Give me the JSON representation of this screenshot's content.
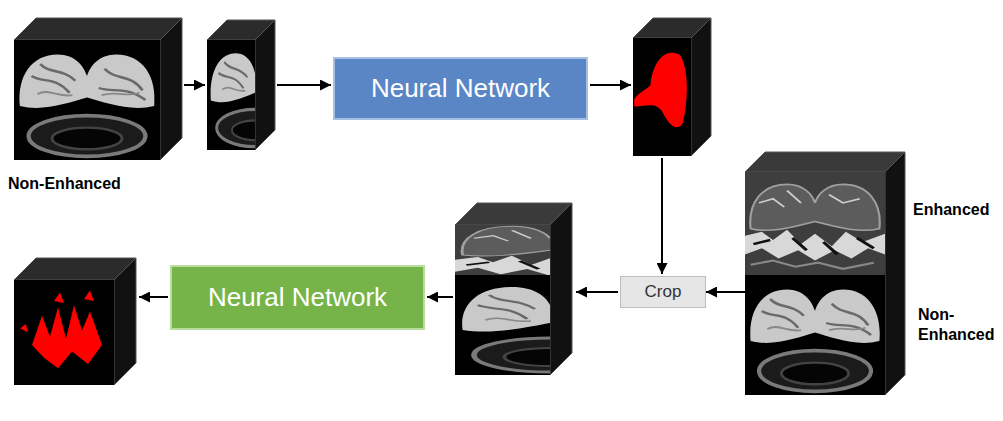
{
  "diagram": {
    "nodes": [
      {
        "text": [
          "Non-Enhanced"
        ]
      },
      {
        "text": [
          "Neural Network"
        ]
      },
      {
        "text": [
          "Enhanced",
          "Non-Enhanced"
        ]
      },
      {
        "text": [
          "Crop"
        ]
      },
      {
        "text": [
          "Neural Network"
        ]
      }
    ],
    "edges": [
      {
        "from": 2,
        "to": 3,
        "arrow": "to"
      }
    ]
  }
}
